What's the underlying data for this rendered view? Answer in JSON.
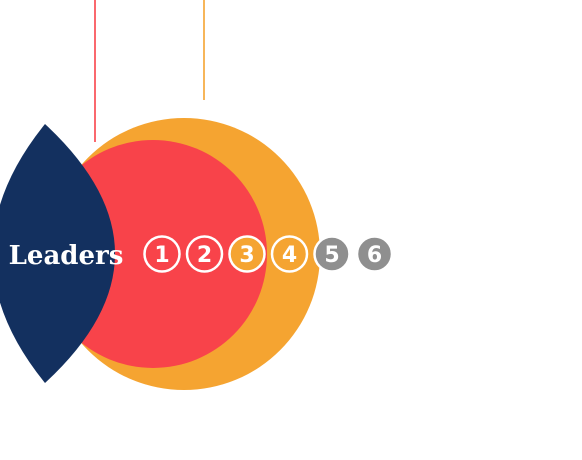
{
  "diagram": {
    "label": "Leaders",
    "colors": {
      "navy": "#13305f",
      "red": "#f8434a",
      "orange": "#f5a431",
      "gray": "#8f8f8f",
      "white": "#ffffff"
    },
    "badges": [
      {
        "number": "1",
        "color": "#f8434a"
      },
      {
        "number": "2",
        "color": "#f8434a"
      },
      {
        "number": "3",
        "color": "#f5a431"
      },
      {
        "number": "4",
        "color": "#f5a431"
      },
      {
        "number": "5",
        "color": "#8f8f8f"
      },
      {
        "number": "6",
        "color": "#8f8f8f"
      }
    ]
  }
}
